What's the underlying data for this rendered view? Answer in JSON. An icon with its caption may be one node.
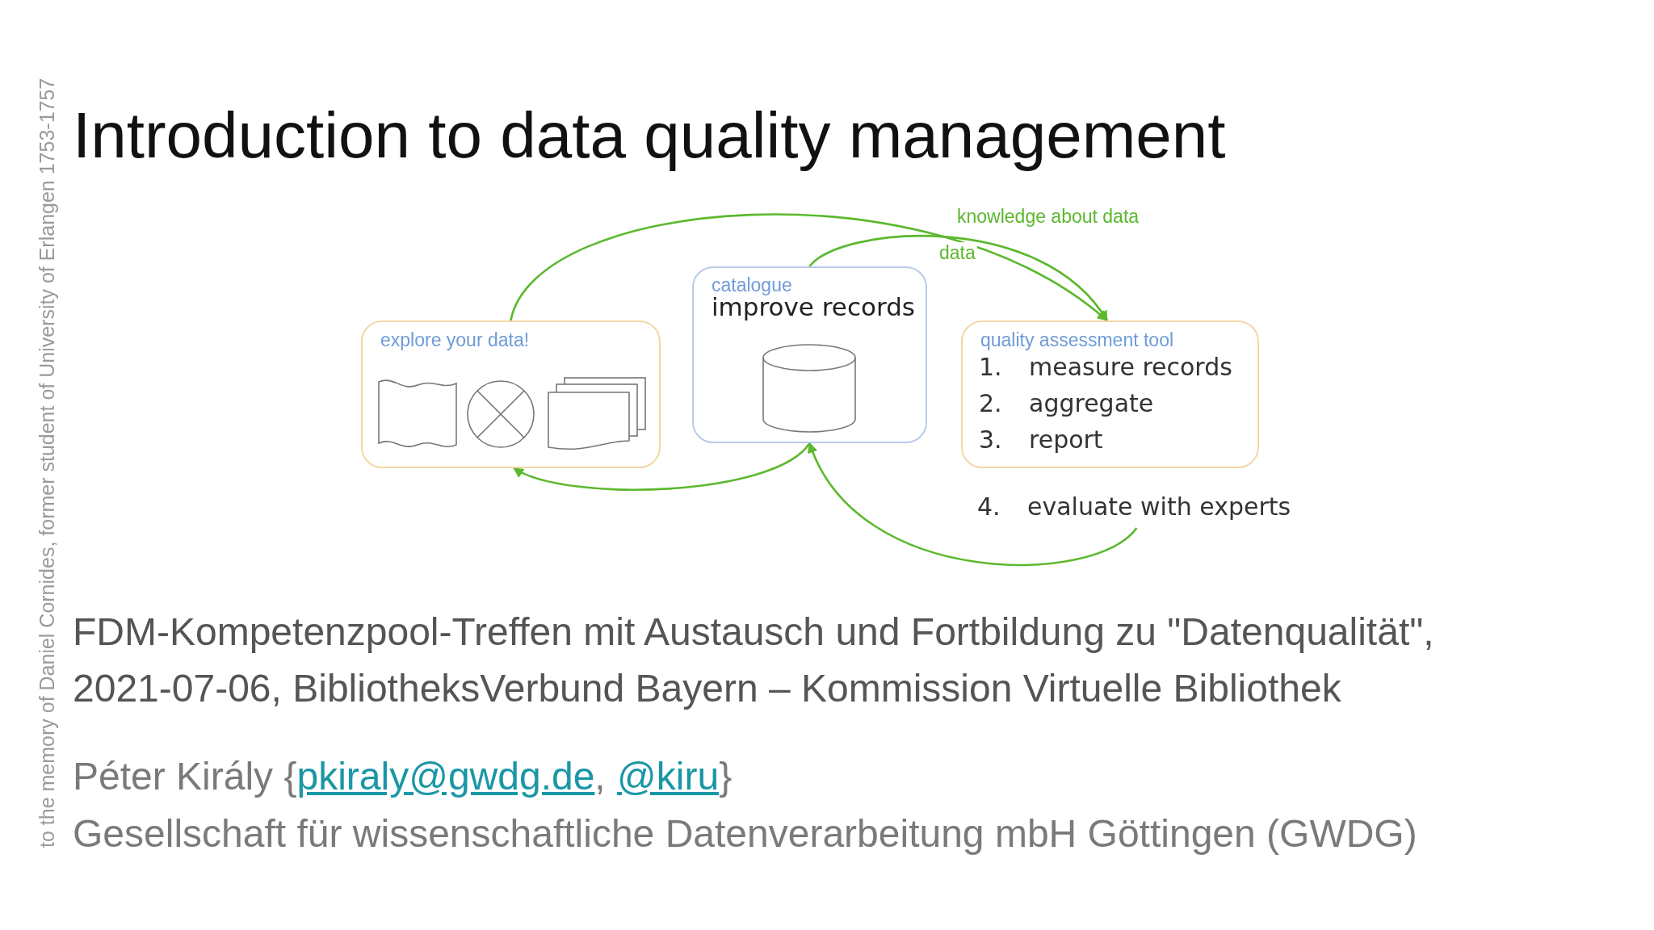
{
  "diagram": {
    "title": "Introduction to data quality management",
    "nodes": [
      {
        "text": [
          "explore your data!"
        ]
      },
      {
        "text": [
          "catalogue",
          "improve records"
        ]
      },
      {
        "text": [
          "quality assessment tool",
          "1. measure records",
          "2. aggregate",
          "3. report"
        ]
      },
      {
        "text": [
          "4. evaluate with experts"
        ]
      }
    ],
    "edges": [
      {
        "from": 0,
        "to": 2,
        "arrow": "to",
        "label": "knowledge about data"
      },
      {
        "from": 1,
        "to": 2,
        "arrow": "to",
        "label": "data"
      },
      {
        "from": 1,
        "to": 0,
        "arrow": "to"
      },
      {
        "from": 3,
        "to": 1,
        "arrow": "to"
      }
    ],
    "labels": [
      "to the memory of Daniel Cornides, former student of University of Erlangen 1753-1757",
      "FDM-Kompetenzpool-Treffen mit Austausch und Fortbildung zu \"Datenqualität\", 2021-07-06, BibliotheksVerbund Bayern – Kommission Virtuelle Bibliothek",
      "Péter Király {",
      "pkiraly@gwdg.de",
      ",",
      "@kiru",
      "}",
      "Gesellschaft für wissenschaftliche Datenverarbeitung mbH Göttingen (GWDG)"
    ]
  }
}
